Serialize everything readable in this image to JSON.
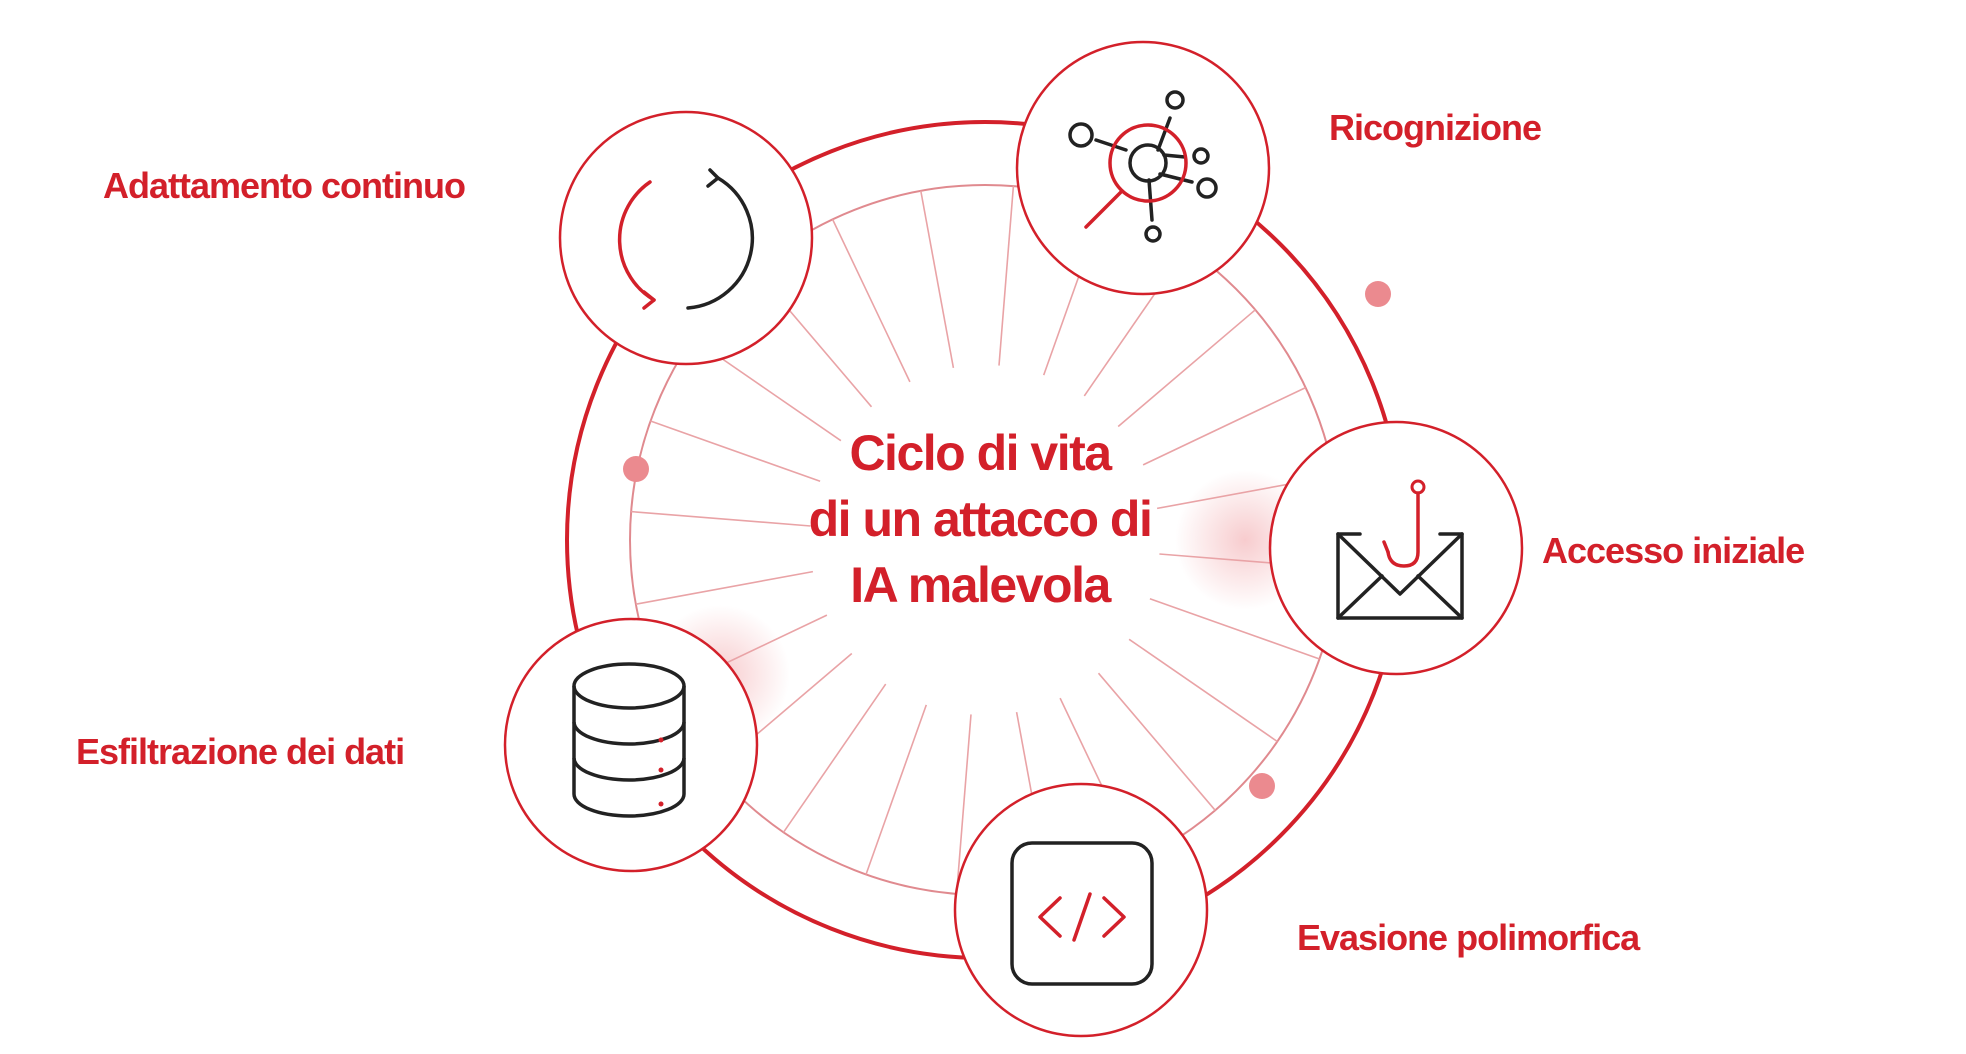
{
  "title_lines": [
    "Ciclo di vita",
    "di un attacco di",
    "IA malevola"
  ],
  "stages": [
    {
      "id": "ricognizione",
      "label": "Ricognizione",
      "icon": "network-target-icon"
    },
    {
      "id": "accesso",
      "label": "Accesso iniziale",
      "icon": "phishing-envelope-icon"
    },
    {
      "id": "evasione",
      "label": "Evasione polimorfica",
      "icon": "code-brackets-icon"
    },
    {
      "id": "esfiltrazione",
      "label": "Esfiltrazione dei dati",
      "icon": "database-icon"
    },
    {
      "id": "adattamento",
      "label": "Adattamento continuo",
      "icon": "refresh-cycle-icon"
    }
  ],
  "colors": {
    "accent": "#d3202a",
    "icon_dark": "#222222",
    "ring": "#d3202a",
    "spoke": "#e9a3a6",
    "dot": "#eb8a8f"
  }
}
